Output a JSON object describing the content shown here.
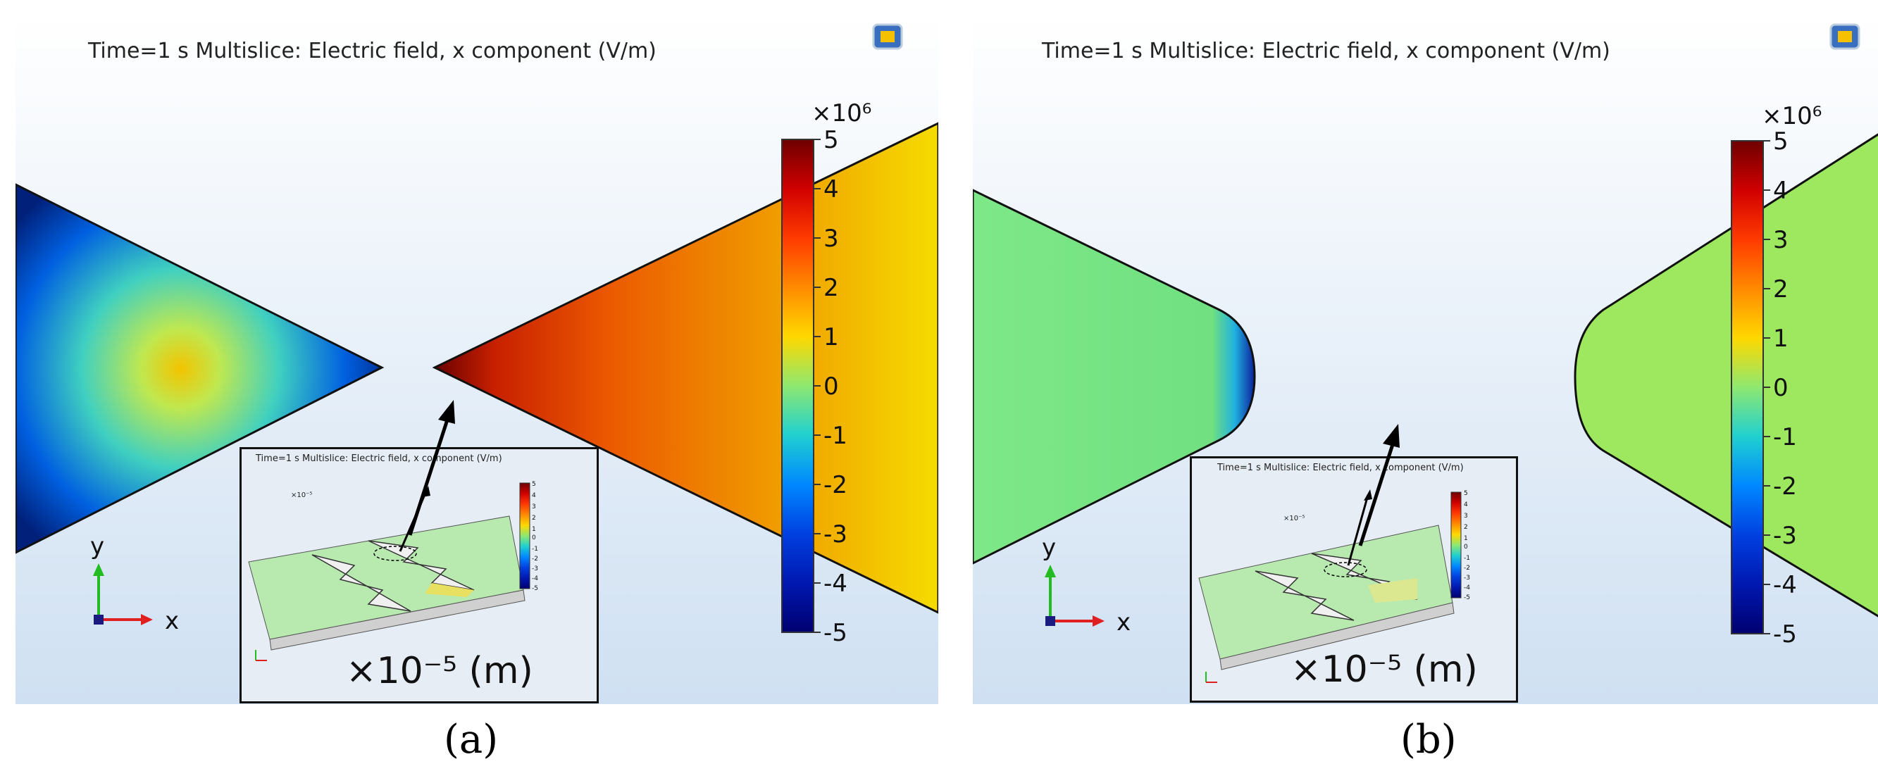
{
  "panels": [
    {
      "id": "a",
      "sub_label": "(a)",
      "title": "Time=1 s   Multislice: Electric field, x component (V/m)",
      "inset_title": "Time=1 s   Multislice: Electric field, x component (V/m)",
      "inset_unit": "×10⁻⁵ (m)",
      "inset_scale": "×10⁻⁵",
      "tip_shape": "sharp"
    },
    {
      "id": "b",
      "sub_label": "(b)",
      "title": "Time=1 s   Multislice: Electric field, x component (V/m)",
      "inset_title": "Time=1 s   Multislice: Electric field, x component (V/m)",
      "inset_unit": "×10⁻⁵ (m)",
      "inset_scale": "×10⁻⁵",
      "tip_shape": "rounded"
    }
  ],
  "colorbar": {
    "multiplier": "×10⁶",
    "ticks": [
      "5",
      "4",
      "3",
      "2",
      "1",
      "0",
      "-1",
      "-2",
      "-3",
      "-4",
      "-5"
    ],
    "colors": [
      "#7a0000",
      "#d40000",
      "#ff3000",
      "#ff8000",
      "#ffd000",
      "#c8f040",
      "#60e8a0",
      "#00c0e0",
      "#0070ff",
      "#0020d0",
      "#000080"
    ]
  },
  "axes": {
    "y_label": "y",
    "x_label": "x"
  },
  "colors": {
    "background": "#dde8f4",
    "arrow": "#000000",
    "field_a_left": "#0a1f8c",
    "field_a_right": "#f08000",
    "field_b": "#8ee870"
  }
}
